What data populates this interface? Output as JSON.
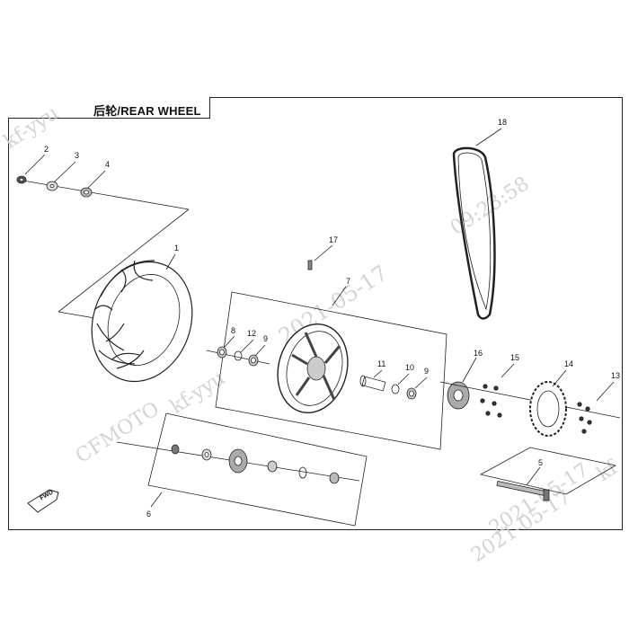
{
  "title": "后轮/REAR WHEEL",
  "watermarks": [
    "kf-yyu",
    "09:23:58",
    "2021-05-17",
    "CFMOTO",
    "kf-yyu",
    "2021-05-17",
    "2021-05-17",
    "kf"
  ],
  "fwd_label": "FWD",
  "callouts": [
    "1",
    "2",
    "3",
    "4",
    "5",
    "6",
    "7",
    "8",
    "9",
    "9",
    "10",
    "11",
    "12",
    "13",
    "14",
    "15",
    "16",
    "17",
    "18"
  ]
}
